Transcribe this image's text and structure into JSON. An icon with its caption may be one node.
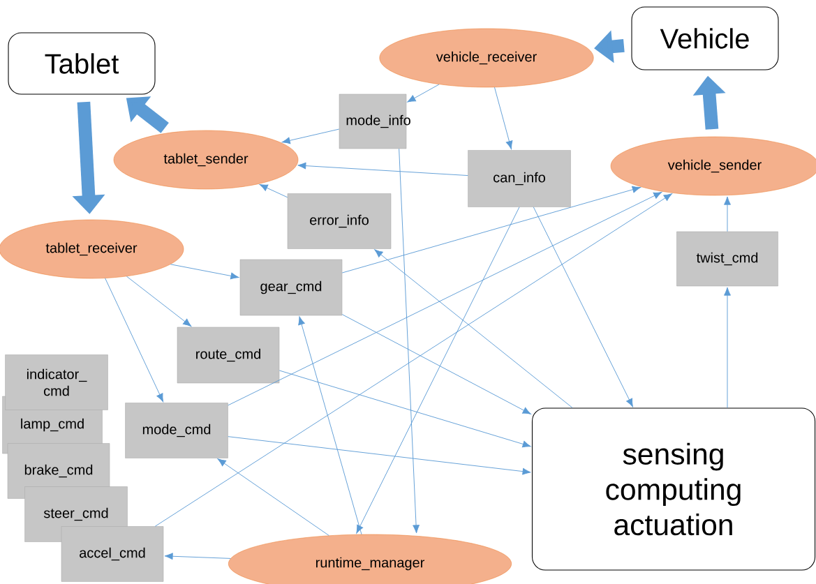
{
  "diagram": {
    "nodes": [
      {
        "text": [
          "Tablet"
        ]
      },
      {
        "text": [
          "Vehicle"
        ]
      },
      {
        "text": [
          "vehicle_receiver"
        ]
      },
      {
        "text": [
          "mode_info"
        ]
      },
      {
        "text": [
          "tablet_sender"
        ]
      },
      {
        "text": [
          "can_info"
        ]
      },
      {
        "text": [
          "vehicle_sender"
        ]
      },
      {
        "text": [
          "error_info"
        ]
      },
      {
        "text": [
          "tablet_receiver"
        ]
      },
      {
        "text": [
          "twist_cmd"
        ]
      },
      {
        "text": [
          "gear_cmd"
        ]
      },
      {
        "text": [
          "route_cmd"
        ]
      },
      {
        "text": [
          "indicator_ cmd"
        ]
      },
      {
        "text": [
          "lamp_cmd"
        ]
      },
      {
        "text": [
          "mode_cmd"
        ]
      },
      {
        "text": [
          "brake_cmd"
        ]
      },
      {
        "text": [
          "steer_cmd"
        ]
      },
      {
        "text": [
          "sensing computing actuation"
        ]
      },
      {
        "text": [
          "accel_cmd"
        ]
      },
      {
        "text": [
          "runtime_manager"
        ]
      }
    ],
    "edges": [
      {
        "from": 0,
        "to": 8,
        "arrow": "to",
        "style": "thick"
      },
      {
        "from": 4,
        "to": 0,
        "arrow": "to",
        "style": "thick"
      },
      {
        "from": 1,
        "to": 2,
        "arrow": "to",
        "style": "thick"
      },
      {
        "from": 6,
        "to": 1,
        "arrow": "to",
        "style": "thick"
      },
      {
        "from": 2,
        "to": 3,
        "arrow": "to"
      },
      {
        "from": 2,
        "to": 5,
        "arrow": "to"
      },
      {
        "from": 3,
        "to": 4,
        "arrow": "to"
      },
      {
        "from": 5,
        "to": 4,
        "arrow": "to"
      },
      {
        "from": 7,
        "to": 4,
        "arrow": "to"
      },
      {
        "from": 8,
        "to": 10,
        "arrow": "to"
      },
      {
        "from": 8,
        "to": 11,
        "arrow": "to"
      },
      {
        "from": 8,
        "to": 14,
        "arrow": "to"
      },
      {
        "from": 10,
        "to": 6,
        "arrow": "to"
      },
      {
        "from": 14,
        "to": 6,
        "arrow": "to"
      },
      {
        "from": 18,
        "to": 6,
        "arrow": "to"
      },
      {
        "from": 9,
        "to": 6,
        "arrow": "to"
      },
      {
        "from": 17,
        "to": 9,
        "arrow": "to"
      },
      {
        "from": 5,
        "to": 17,
        "arrow": "to"
      },
      {
        "from": 5,
        "to": 19,
        "arrow": "to"
      },
      {
        "from": 3,
        "to": 19,
        "arrow": "to"
      },
      {
        "from": 17,
        "to": 7,
        "arrow": "to"
      },
      {
        "from": 10,
        "to": 17,
        "arrow": "to"
      },
      {
        "from": 11,
        "to": 17,
        "arrow": "to"
      },
      {
        "from": 14,
        "to": 17,
        "arrow": "to"
      },
      {
        "from": 19,
        "to": 10,
        "arrow": "to"
      },
      {
        "from": 19,
        "to": 14,
        "arrow": "to"
      },
      {
        "from": 19,
        "to": 18,
        "arrow": "to"
      }
    ]
  }
}
